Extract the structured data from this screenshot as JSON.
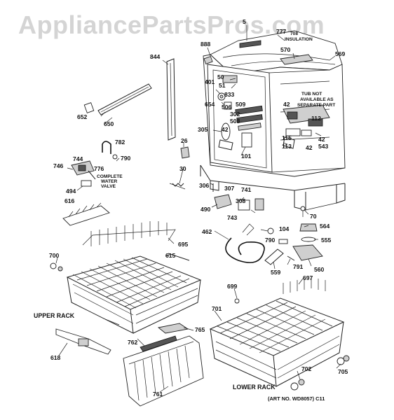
{
  "watermark": "AppliancePartsPros.com",
  "labels": {
    "l5": "5",
    "l777": "777",
    "l708": "708",
    "l888": "888",
    "l844": "844",
    "l570": "570",
    "l569": "569",
    "l50": "50",
    "l51": "51",
    "l401": "401",
    "l833": "833",
    "l654": "654",
    "l506": "506",
    "l509": "509",
    "l302": "302",
    "l508": "508",
    "l42a": "42",
    "l42b": "42",
    "l42c": "42",
    "l42d": "42",
    "l112": "112",
    "l305": "305",
    "l101": "101",
    "l115": "115",
    "l113": "113",
    "l543": "543",
    "l652": "652",
    "l650": "650",
    "l782": "782",
    "l790a": "790",
    "l790b": "790",
    "l744": "744",
    "l746": "746",
    "l776": "776",
    "l494": "494",
    "l616": "616",
    "l26": "26",
    "l30": "30",
    "l306": "306",
    "l307": "307",
    "l741": "741",
    "l308": "308",
    "l490": "490",
    "l743": "743",
    "l70": "70",
    "l462": "462",
    "l104": "104",
    "l564": "564",
    "l555": "555",
    "l559": "559",
    "l791": "791",
    "l560": "560",
    "l695": "695",
    "l700": "700",
    "l615": "615",
    "l699": "699",
    "l697": "697",
    "l701": "701",
    "l765": "765",
    "l762": "762",
    "l618": "618",
    "l761": "761",
    "l702": "702",
    "l705": "705"
  },
  "notes": {
    "insulation": "INSULATION",
    "tub_note_1": "TUB NOT",
    "tub_note_2": "AVAILABLE AS",
    "tub_note_3": "SEPARATE PART",
    "water_valve_1": "COMPLETE",
    "water_valve_2": "WATER",
    "water_valve_3": "VALVE"
  },
  "captions": {
    "upper_rack": "UPPER RACK",
    "lower_rack": "LOWER RACK",
    "art_no": "(ART NO. WD8057)  C11"
  }
}
